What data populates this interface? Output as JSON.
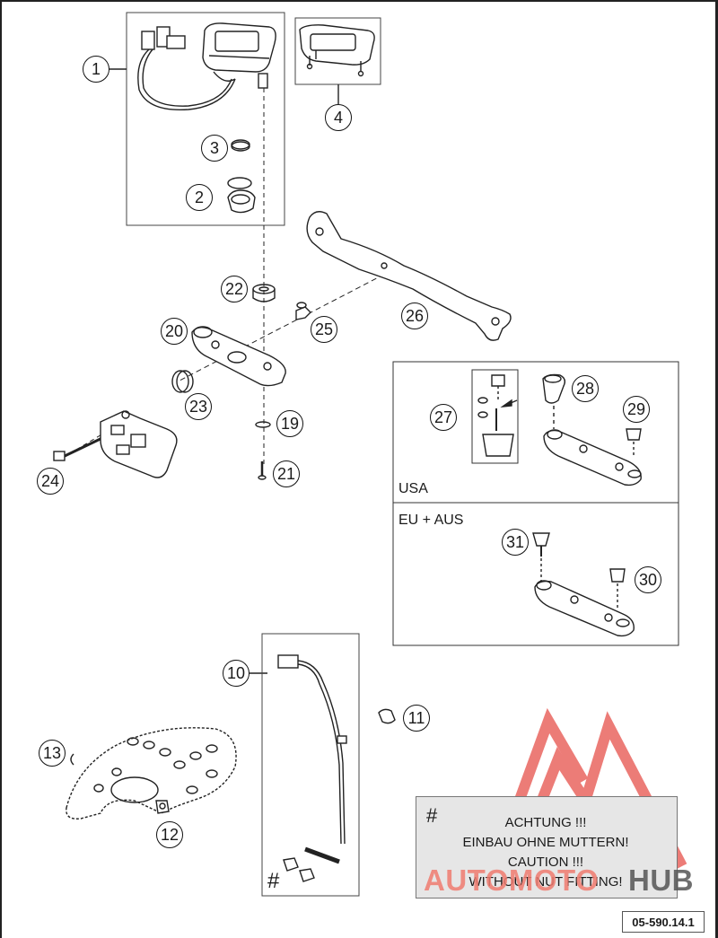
{
  "callouts": [
    "1",
    "2",
    "3",
    "4",
    "10",
    "11",
    "12",
    "13",
    "19",
    "20",
    "21",
    "22",
    "23",
    "24",
    "25",
    "26",
    "27",
    "28",
    "29",
    "30",
    "31"
  ],
  "regions": {
    "usa_label": "USA",
    "eu_aus_label": "EU + AUS"
  },
  "note": {
    "hash": "#",
    "line1": "ACHTUNG !!!",
    "line2": "EINBAU OHNE MUTTERN!",
    "line3": "CAUTION !!!",
    "line4": "WITHOUT NUT FITTING!"
  },
  "hash_marker": "#",
  "reference_code": "05-590.14.1",
  "watermark": {
    "part1": "AUTOMOTO",
    "part2": "HUB",
    "color_main": "#f07c70",
    "color_hub": "#555555"
  },
  "colors": {
    "line": "#222222",
    "note_bg": "#e6e6e6",
    "watermark_red": "#e64a44"
  }
}
